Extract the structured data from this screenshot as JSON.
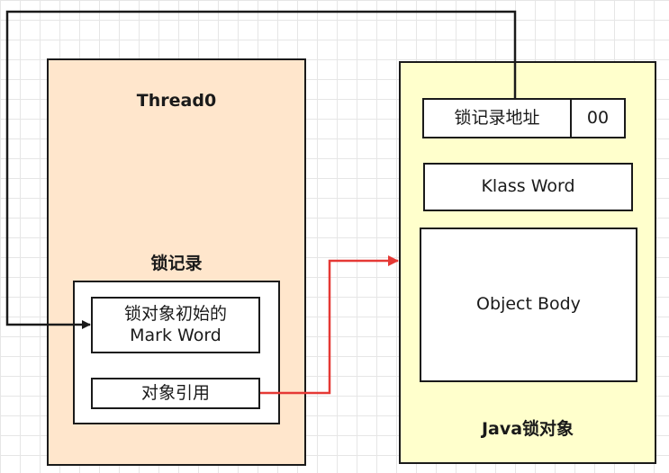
{
  "thread": {
    "title": "Thread0",
    "lock_record_label": "锁记录",
    "mark_word_line1": "锁对象初始的",
    "mark_word_line2": "Mark Word",
    "object_ref": "对象引用"
  },
  "java_object": {
    "title": "Java锁对象",
    "lock_record_address": "锁记录地址",
    "lock_bits": "00",
    "klass_word": "Klass Word",
    "object_body": "Object Body"
  },
  "colors": {
    "thread_fill": "#ffe6cc",
    "object_fill": "#ffffcc",
    "reference_arrow": "#e53935",
    "pointer_arrow": "#1a1a1a"
  }
}
